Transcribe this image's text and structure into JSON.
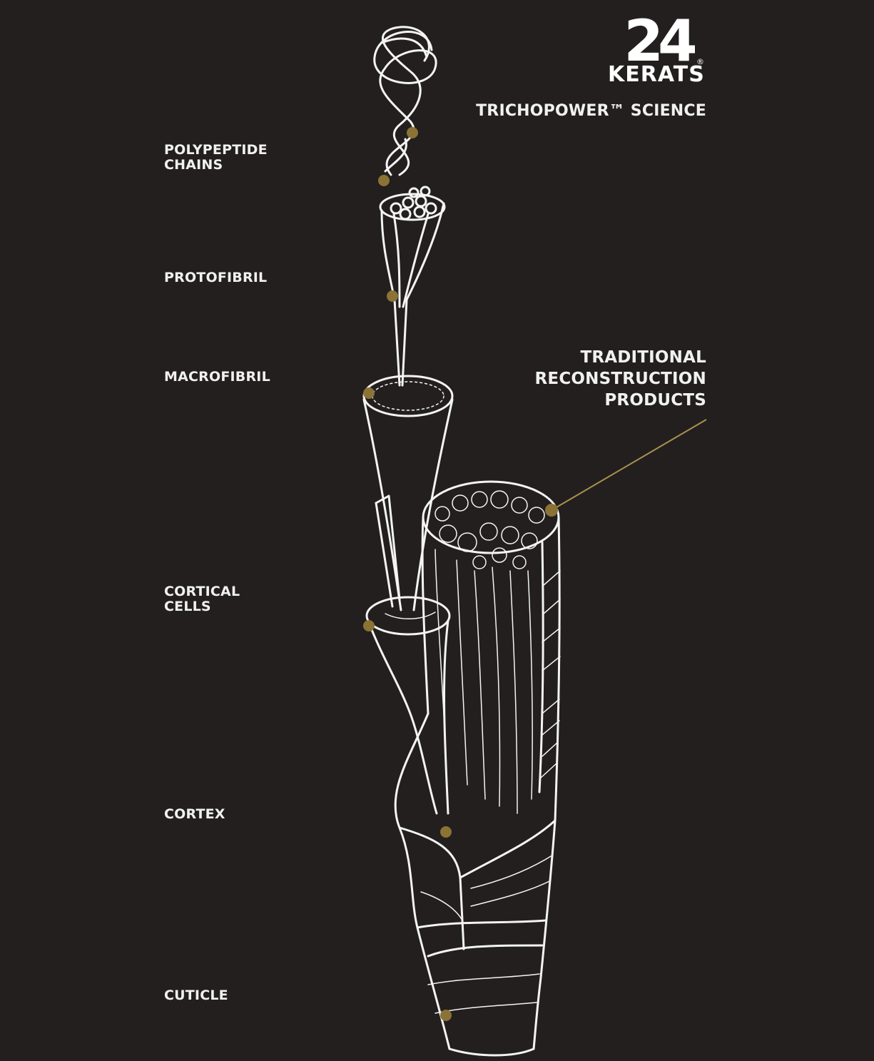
{
  "brand": {
    "number": "24",
    "word": "KERATS",
    "registered": "®",
    "tagline": "TRICHOPOWER™ SCIENCE"
  },
  "labels": {
    "polypeptide": "POLYPEPTIDE\nCHAINS",
    "protofibril": "PROTOFIBRIL",
    "macrofibril": "MACROFIBRIL",
    "cortical": "CORTICAL\nCELLS",
    "cortex": "CORTEX",
    "cuticle": "CUTICLE",
    "traditional": "TRADITIONAL\nRECONSTRUCTION\nPRODUCTS"
  },
  "colors": {
    "background": "#231f1f",
    "accent_gold": "#8a7334",
    "line_white": "#f4f4f4",
    "text": "#f1f1f1"
  }
}
